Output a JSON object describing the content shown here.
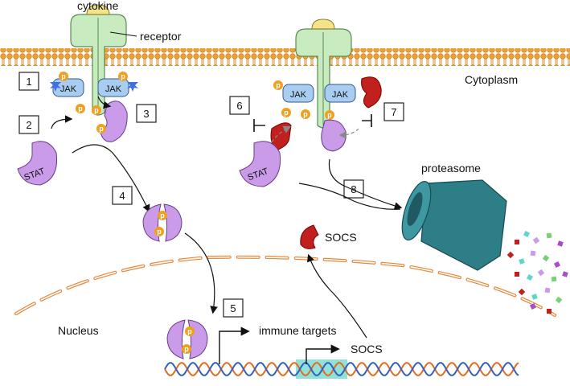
{
  "labels": {
    "cytokine": "cytokine",
    "receptor": "receptor",
    "cytoplasm": "Cytoplasm",
    "nucleus": "Nucleus",
    "proteasome": "proteasome",
    "socs_protein": "SOCS",
    "immune_targets": "immune targets",
    "socs_gene": "SOCS",
    "jak": "JAK",
    "stat": "STAT",
    "p": "p"
  },
  "steps": [
    "1",
    "2",
    "3",
    "4",
    "5",
    "6",
    "7",
    "8"
  ],
  "colors": {
    "membrane": "#f0a030",
    "receptor": "#c8ecc0",
    "receptor_stroke": "#5a8a50",
    "cytokine": "#f3e38a",
    "jak": "#a9cdf0",
    "stat": "#c99be8",
    "stat_stroke": "#6a3d8a",
    "phospho": "#f0a020",
    "socs": "#c0201e",
    "proteasome": "#2e7e88",
    "dna_a": "#e86a20",
    "dna_b": "#3060c0",
    "socs_gene_highlight": "#5ed6c8",
    "nuclear_envelope": "#e8883a"
  }
}
